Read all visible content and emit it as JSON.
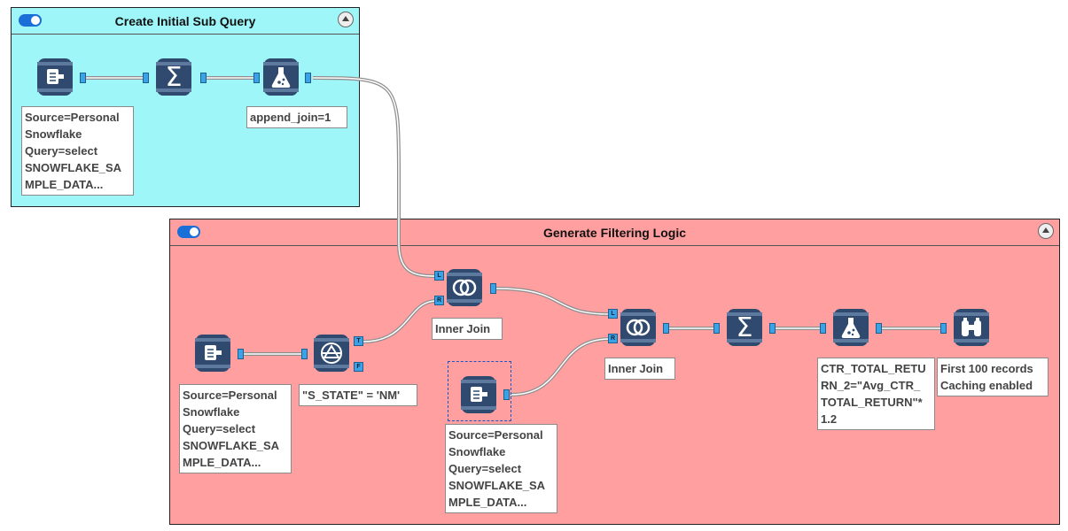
{
  "containers": {
    "sub_query": {
      "title": "Create Initial Sub Query",
      "color": "#9ff6f8"
    },
    "filtering": {
      "title": "Generate Filtering Logic",
      "color": "#ff9f9f"
    }
  },
  "anchors": {
    "left": "L",
    "right": "R",
    "true": "T",
    "false": "F"
  },
  "notes": {
    "input_1": [
      "Source=Personal",
      "Snowflake",
      "Query=select",
      "SNOWFLAKE_SA",
      "MPLE_DATA..."
    ],
    "formula_1": [
      "append_join=1"
    ],
    "input_2": [
      "Source=Personal",
      "Snowflake",
      "Query=select",
      "SNOWFLAKE_SA",
      "MPLE_DATA..."
    ],
    "filter": [
      "\"S_STATE\" = 'NM'"
    ],
    "join_1": [
      "Inner Join"
    ],
    "input_3": [
      "Source=Personal",
      "Snowflake",
      "Query=select",
      "SNOWFLAKE_SA",
      "MPLE_DATA..."
    ],
    "join_2": [
      "Inner Join"
    ],
    "formula_2": [
      "CTR_TOTAL_RETU",
      "RN_2=\"Avg_CTR_",
      "TOTAL_RETURN\"*",
      "1.2"
    ],
    "browse": [
      "First 100 records",
      "Caching enabled"
    ]
  }
}
